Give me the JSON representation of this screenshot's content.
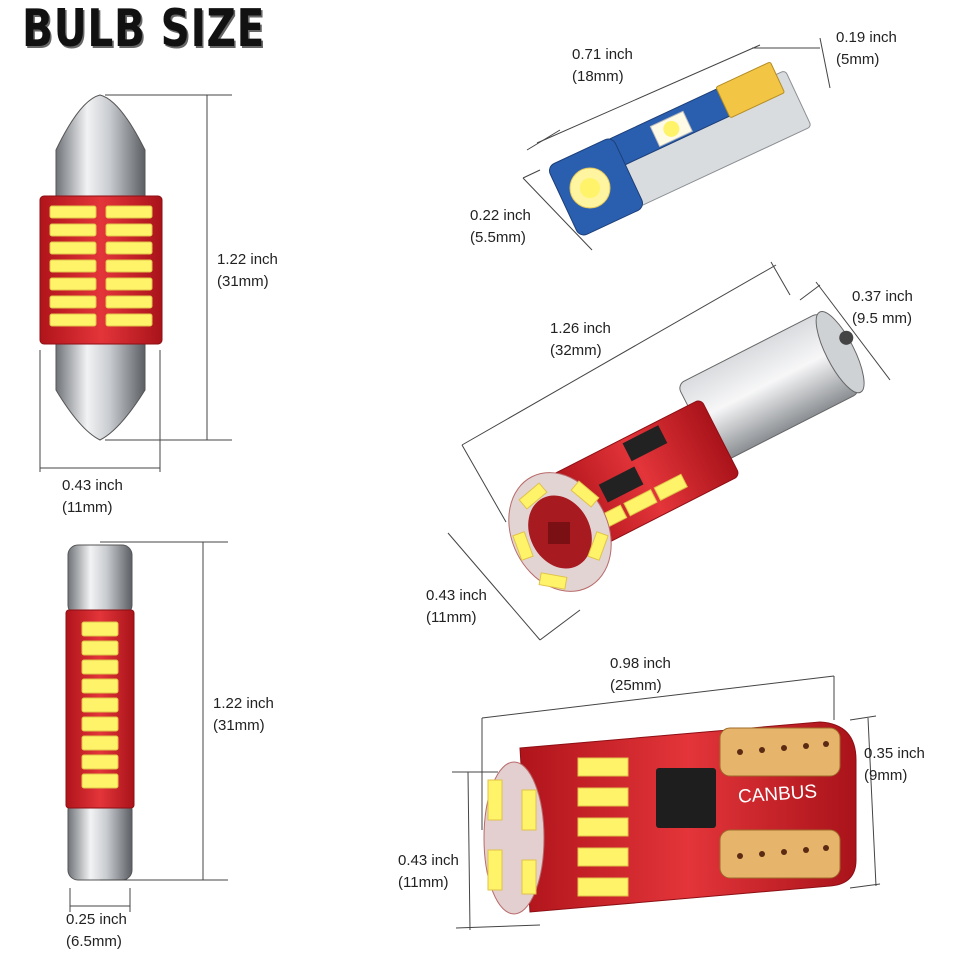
{
  "title": "BULB SIZE",
  "bulbs": [
    {
      "name": "festoon-31mm",
      "length_label": "1.22 inch",
      "length_mm": "(31mm)",
      "width_label": "0.43 inch",
      "width_mm": "(11mm)"
    },
    {
      "name": "festoon-31mm-slim",
      "length_label": "1.22 inch",
      "length_mm": "(31mm)",
      "width_label": "0.25 inch",
      "width_mm": "(6.5mm)"
    },
    {
      "name": "t5-wedge",
      "length_label": "0.71 inch",
      "length_mm": "(18mm)",
      "tip_label": "0.19 inch",
      "tip_mm": "(5mm)",
      "width_label": "0.22 inch",
      "width_mm": "(5.5mm)"
    },
    {
      "name": "ba9s",
      "length_label": "1.26 inch",
      "length_mm": "(32mm)",
      "tip_label": "0.37 inch",
      "tip_mm": "(9.5 mm)",
      "width_label": "0.43 inch",
      "width_mm": "(11mm)"
    },
    {
      "name": "t10-canbus",
      "length_label": "0.98 inch",
      "length_mm": "(25mm)",
      "tip_label": "0.35 inch",
      "tip_mm": "(9mm)",
      "width_label": "0.43 inch",
      "width_mm": "(11mm)",
      "pcb_text": "CANBUS"
    }
  ],
  "colors": {
    "pcb_red": "#d8242a",
    "led_yellow": "#fff36a",
    "metal": "#b9bcc0",
    "t5_blue": "#2a5fb0"
  }
}
